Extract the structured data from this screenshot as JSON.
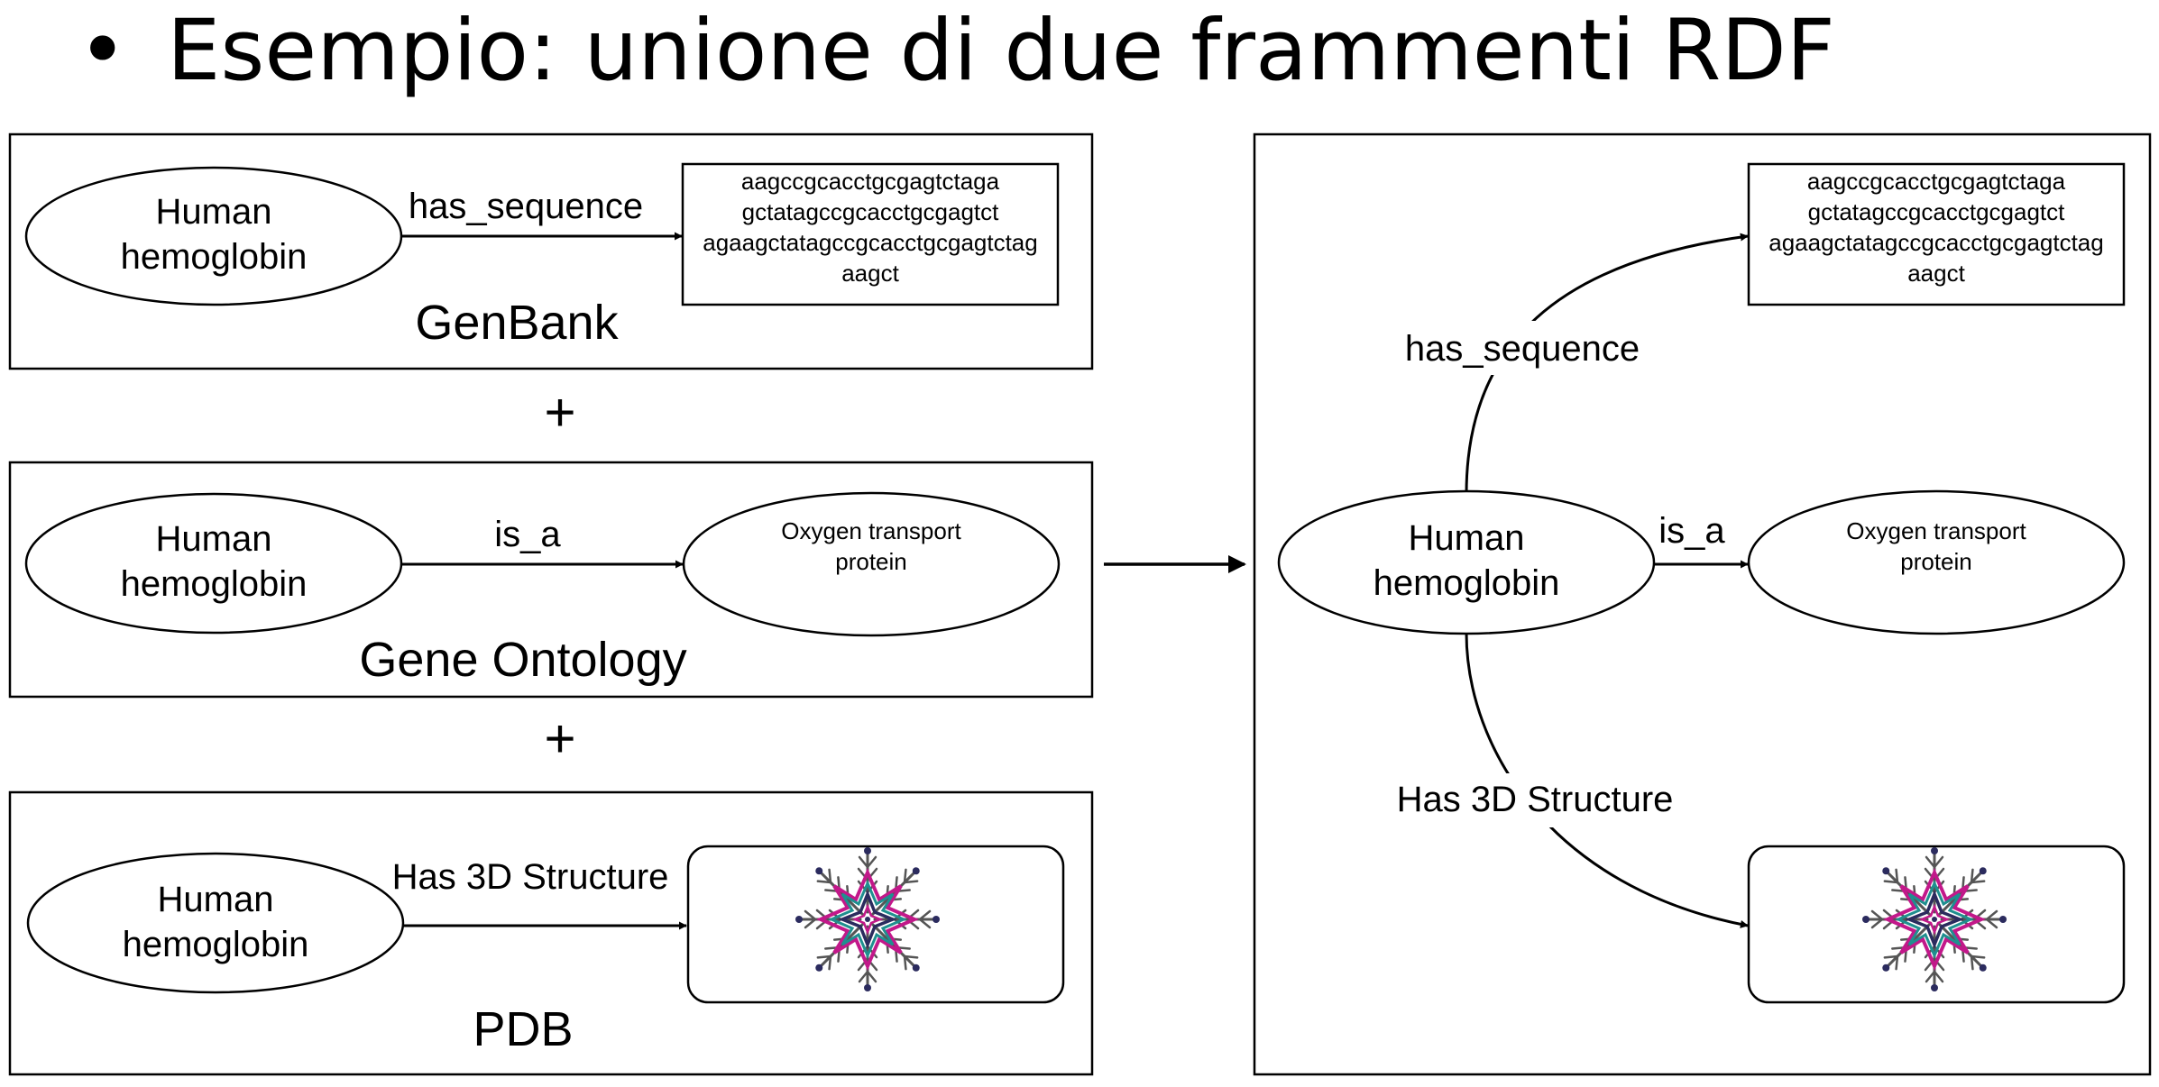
{
  "title": "Esempio: unione di due frammenti RDF",
  "bullet": "•",
  "plus": "+",
  "fragments": {
    "genbank": {
      "subject": [
        "Human",
        "hemoglobin"
      ],
      "predicate": "has_sequence",
      "object_lines": [
        "aagccgcacctgcgagtctaga",
        "gctatagccgcacctgcgagtct",
        "agaagctatagccgcacctgcgagtctag",
        "aagct"
      ],
      "source": "GenBank"
    },
    "go": {
      "subject": [
        "Human",
        "hemoglobin"
      ],
      "predicate": "is_a",
      "object_lines": [
        "Oxygen transport",
        "protein"
      ],
      "source": "Gene Ontology"
    },
    "pdb": {
      "subject": [
        "Human",
        "hemoglobin"
      ],
      "predicate": "Has 3D Structure",
      "object_icon": "protein-structure-icon",
      "source": "PDB"
    }
  },
  "merged": {
    "subject": [
      "Human",
      "hemoglobin"
    ],
    "edge_sequence": "has_sequence",
    "edge_is_a": "is_a",
    "edge_structure": "Has 3D Structure",
    "sequence_lines": [
      "aagccgcacctgcgagtctaga",
      "gctatagccgcacctgcgagtct",
      "agaagctatagccgcacctgcgagtctag",
      "aagct"
    ],
    "class_lines": [
      "Oxygen transport",
      "protein"
    ],
    "structure_icon": "protein-structure-icon"
  },
  "colors": {
    "line": "#000000",
    "structure_magenta": "#c2188a",
    "structure_teal": "#1f8f8f",
    "structure_navy": "#2b2b5e",
    "structure_gray": "#555555"
  }
}
